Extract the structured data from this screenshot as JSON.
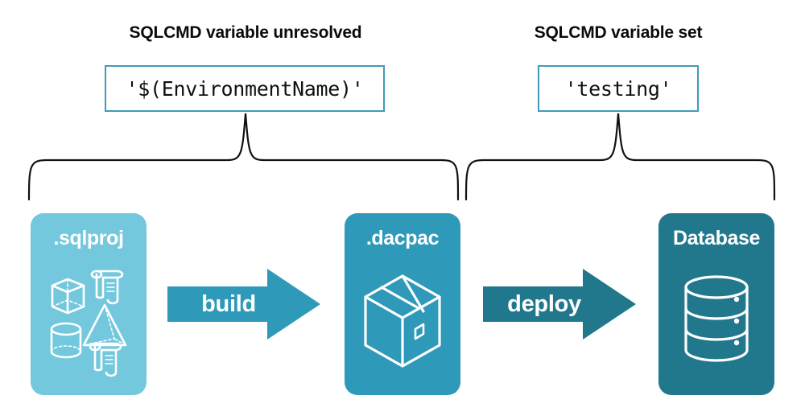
{
  "diagram": {
    "title_hidden": "",
    "sections": [
      {
        "id": "left",
        "heading": "SQLCMD variable unresolved",
        "value": "'$(EnvironmentName)'"
      },
      {
        "id": "right",
        "heading": "SQLCMD variable set",
        "value": "'testing'"
      }
    ],
    "artifacts": [
      {
        "id": "sqlproj",
        "label": ".sqlproj",
        "color": "#74c8dd",
        "icon": "shapes-and-scrolls-icon"
      },
      {
        "id": "dacpac",
        "label": ".dacpac",
        "color": "#2e99b8",
        "icon": "package-box-icon"
      },
      {
        "id": "database",
        "label": "Database",
        "color": "#21788c",
        "icon": "database-cylinder-icon"
      }
    ],
    "arrows": [
      {
        "id": "build",
        "label": "build",
        "color": "#2e99b8"
      },
      {
        "id": "deploy",
        "label": "deploy",
        "color": "#21788c"
      }
    ],
    "braces": [
      {
        "id": "left-brace",
        "spans": "sqlproj-to-dacpac"
      },
      {
        "id": "right-brace",
        "spans": "dacpac-to-database"
      }
    ],
    "colors": {
      "light_blue": "#74c8dd",
      "medium_teal": "#2e99b8",
      "dark_teal": "#21788c",
      "box_border": "#3f9cb8",
      "text_dark": "#0b0b0b",
      "white": "#ffffff"
    }
  }
}
